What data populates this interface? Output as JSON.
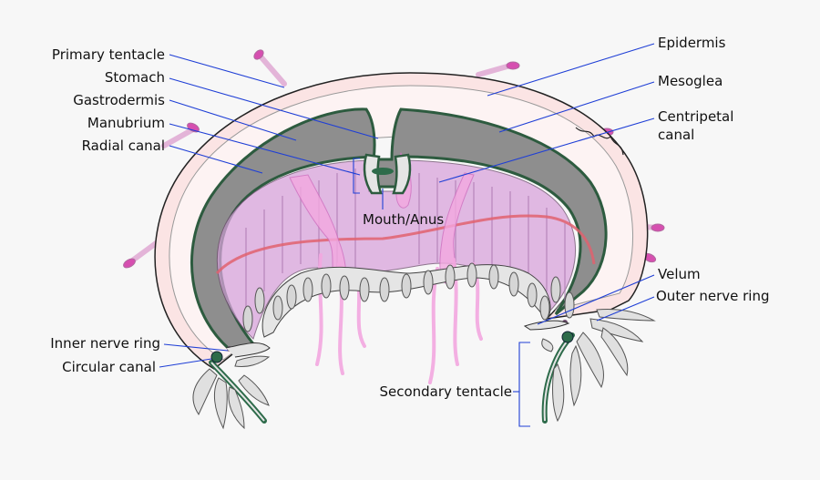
{
  "labels": {
    "primary_tentacle": "Primary tentacle",
    "stomach": "Stomach",
    "gastrodermis": "Gastrodermis",
    "manubrium": "Manubrium",
    "radial_canal": "Radial canal",
    "epidermis": "Epidermis",
    "mesoglea": "Mesoglea",
    "centripetal_canal_l1": "Centripetal",
    "centripetal_canal_l2": "canal",
    "mouth_anus": "Mouth/Anus",
    "velum": "Velum",
    "outer_nerve_ring": "Outer nerve ring",
    "inner_nerve_ring": "Inner nerve ring",
    "circular_canal": "Circular canal",
    "secondary_tentacle": "Secondary tentacle"
  },
  "colors": {
    "bell_outer": "#fbe9e9",
    "bell_inner": "#fff3f3",
    "mesoglea": "#fdf0f0",
    "gastrodermis": "#8c8c8c",
    "canal": "#2d6b4a",
    "subumbrella": "#d9a4dc",
    "gonad": "#f3a8e0",
    "nerve_ring": "#e0626e",
    "tentacle_tip": "#d64fb0",
    "leader": "#1f3fd6"
  }
}
